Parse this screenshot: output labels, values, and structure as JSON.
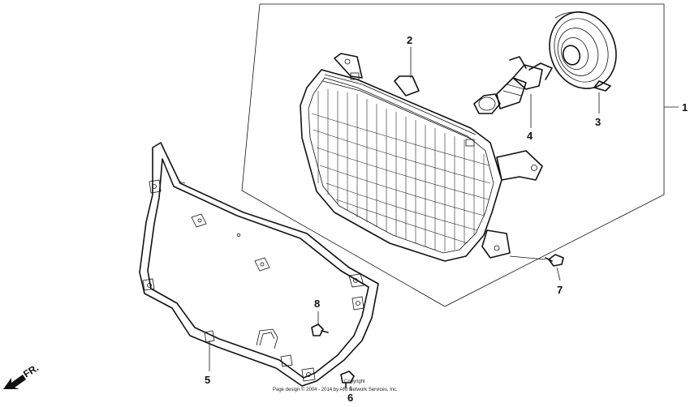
{
  "callouts": {
    "c1": "1",
    "c2": "2",
    "c3": "3",
    "c4": "4",
    "c5": "5",
    "c6": "6",
    "c7": "7",
    "c8": "8"
  },
  "front_indicator": {
    "label": "FR.",
    "icon": "front-arrow-icon"
  },
  "copyright": {
    "line1": "Copyright",
    "line2": "Page design © 2004 - 2014 by ARI Network Services, Inc."
  }
}
